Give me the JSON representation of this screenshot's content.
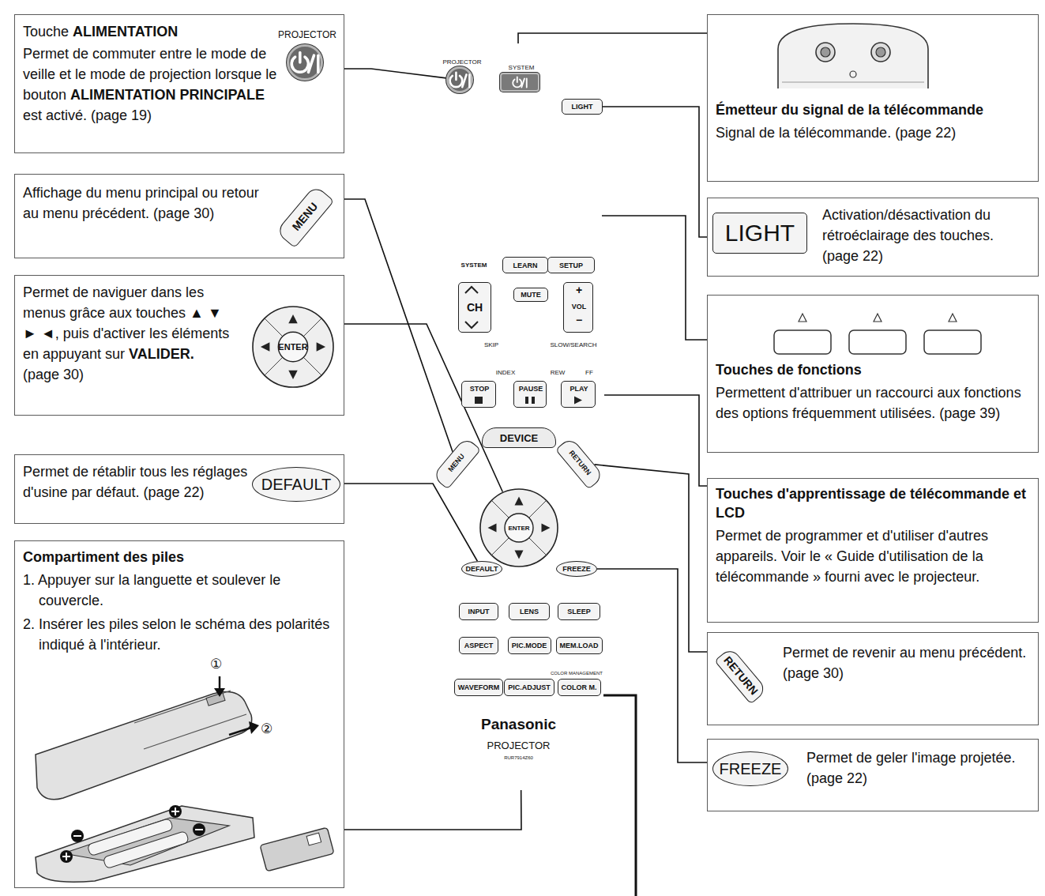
{
  "diagram": {
    "nodes": [
      {
        "text": [
          "Touche ALIMENTATION",
          "Permet de commuter entre le mode de veille et le mode de projection lorsque le bouton ALIMENTATION PRINCIPALE est activé. (page 19)"
        ]
      },
      {
        "text": [
          "PROJECTOR"
        ],
        "in": 0
      },
      {
        "text": [
          "Affichage du menu principal ou retour au menu précédent. (page 30)"
        ]
      },
      {
        "text": [
          "MENU"
        ],
        "in": 2
      },
      {
        "text": [
          "Permet de naviguer dans les menus grâce aux touches ▲ ▼ ► ◄, puis d'activer les éléments en appuyant sur VALIDER. (page 30)"
        ]
      },
      {
        "text": [
          "ENTER"
        ],
        "in": 4
      },
      {
        "text": [
          "Permet de rétablir tous les réglages d'usine par défaut. (page 22)"
        ]
      },
      {
        "text": [
          "DEFAULT"
        ],
        "in": 6
      },
      {
        "text": [
          "Compartiment des piles",
          "1. Appuyer sur la languette et soulever le couvercle.",
          "2. Insérer les piles selon le schéma des polarités indiqué à l'intérieur."
        ]
      },
      {
        "text": [
          "SYSTEM",
          "SKIP",
          "INDEX",
          "SLOW/SEARCH",
          "REW",
          "FF",
          "COLOR MANAGEMENT",
          "Panasonic",
          "PROJECTOR",
          "RUR7914Z60"
        ]
      },
      {
        "text": [
          "PROJECTOR"
        ],
        "in": 9
      },
      {
        "text": [
          "SYSTEM"
        ],
        "in": 9
      },
      {
        "text": [
          "LIGHT"
        ],
        "in": 9
      },
      {
        "text": [
          "LEARN"
        ],
        "in": 9
      },
      {
        "text": [
          "SETUP"
        ],
        "in": 9
      },
      {
        "text": [
          "CH"
        ],
        "in": 9
      },
      {
        "text": [
          "MUTE"
        ],
        "in": 9
      },
      {
        "text": [
          "+",
          "VOL",
          "−"
        ],
        "in": 9
      },
      {
        "text": [
          "STOP"
        ],
        "in": 9
      },
      {
        "text": [
          "PAUSE"
        ],
        "in": 9
      },
      {
        "text": [
          "PLAY"
        ],
        "in": 9
      },
      {
        "text": [
          "MENU"
        ],
        "in": 9
      },
      {
        "text": [
          "DEVICE"
        ],
        "in": 9
      },
      {
        "text": [
          "RETURN"
        ],
        "in": 9
      },
      {
        "text": [
          "ENTER"
        ],
        "in": 9
      },
      {
        "text": [
          "DEFAULT"
        ],
        "in": 9
      },
      {
        "text": [
          "FREEZE"
        ],
        "in": 9
      },
      {
        "text": [
          "INPUT"
        ],
        "in": 9
      },
      {
        "text": [
          "LENS"
        ],
        "in": 9
      },
      {
        "text": [
          "SLEEP"
        ],
        "in": 9
      },
      {
        "text": [
          "ASPECT"
        ],
        "in": 9
      },
      {
        "text": [
          "PIC.MODE"
        ],
        "in": 9
      },
      {
        "text": [
          "MEM.LOAD"
        ],
        "in": 9
      },
      {
        "text": [
          "WAVEFORM"
        ],
        "in": 9
      },
      {
        "text": [
          "PIC.ADJUST"
        ],
        "in": 9
      },
      {
        "text": [
          "COLOR M."
        ],
        "in": 9
      },
      {
        "text": [
          "Émetteur du signal de la télécommande",
          "Signal de la télécommande. (page 22)"
        ]
      },
      {
        "text": [
          "Activation/désactivation du rétroéclairage des touches. (page 22)"
        ]
      },
      {
        "text": [
          "LIGHT"
        ],
        "in": 37
      },
      {
        "text": [
          "Touches de fonctions",
          "Permettent d'attribuer un raccourci aux fonctions des options fréquemment utilisées. (page 39)"
        ]
      },
      {
        "text": [
          "Touches d'apprentissage de télécommande et LCD",
          "Permet de programmer et d'utiliser d'autres appareils. Voir le « Guide d'utilisation de la télécommande » fourni avec le projecteur."
        ]
      },
      {
        "text": [
          "Permet de revenir au menu précédent. (page 30)"
        ]
      },
      {
        "text": [
          "RETURN"
        ],
        "in": 41
      },
      {
        "text": [
          "Permet de geler l'image projetée. (page 22)"
        ]
      },
      {
        "text": [
          "FREEZE"
        ],
        "in": 43
      }
    ],
    "edges": [
      {
        "from": 0,
        "to": 10,
        "arrow": "none"
      },
      {
        "from": 2,
        "to": 21,
        "arrow": "none"
      },
      {
        "from": 4,
        "to": 24,
        "arrow": "none"
      },
      {
        "from": 6,
        "to": 25,
        "arrow": "none"
      },
      {
        "from": 8,
        "to": 9,
        "arrow": "none"
      },
      {
        "from": 36,
        "to": 9,
        "arrow": "none"
      },
      {
        "from": 37,
        "to": 12,
        "arrow": "none"
      },
      {
        "from": 41,
        "to": 23,
        "arrow": "none"
      },
      {
        "from": 43,
        "to": 26,
        "arrow": "none"
      }
    ],
    "labels": [
      "①",
      "②"
    ]
  }
}
